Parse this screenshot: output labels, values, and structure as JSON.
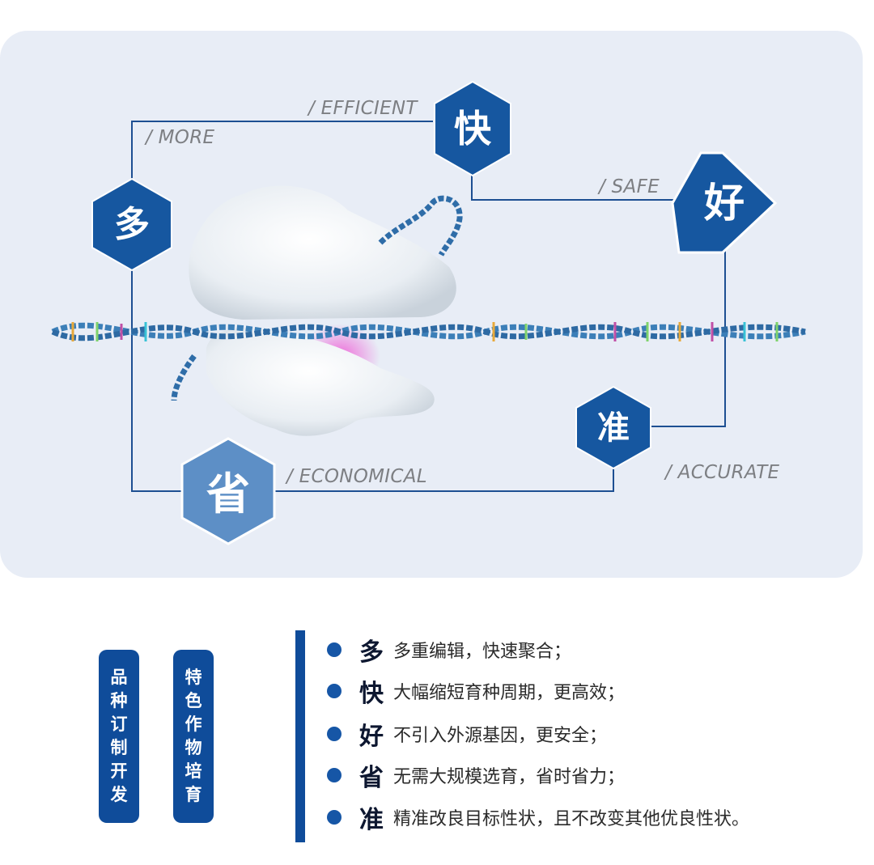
{
  "hexes": [
    {
      "id": "duo",
      "char": "多",
      "label": "/ MORE"
    },
    {
      "id": "kuai",
      "char": "快",
      "label": "/ EFFICIENT"
    },
    {
      "id": "hao",
      "char": "好",
      "label": "/ SAFE"
    },
    {
      "id": "zhun",
      "char": "准",
      "label": "/ ACCURATE"
    },
    {
      "id": "sheng",
      "char": "省",
      "label": "/ ECONOMICAL"
    }
  ],
  "badges": [
    {
      "chars": [
        "品",
        "种",
        "订",
        "制",
        "开",
        "发"
      ]
    },
    {
      "chars": [
        "特",
        "色",
        "作",
        "物",
        "培",
        "育"
      ]
    }
  ],
  "bullets": [
    {
      "kw": "多",
      "text": "多重编辑，快速聚合；"
    },
    {
      "kw": "快",
      "text": "大幅缩短育种周期，更高效；"
    },
    {
      "kw": "好",
      "text": "不引入外源基因，更安全；"
    },
    {
      "kw": "省",
      "text": "无需大规模选育，省时省力；"
    },
    {
      "kw": "准",
      "text": "精准改良目标性状，且不改变其他优良性状。"
    }
  ],
  "colors": {
    "accent": "#0f4c9a",
    "hex_dark": "#1657a0",
    "hex_light": "#5d8fc6",
    "panel": "#e8edf6"
  }
}
